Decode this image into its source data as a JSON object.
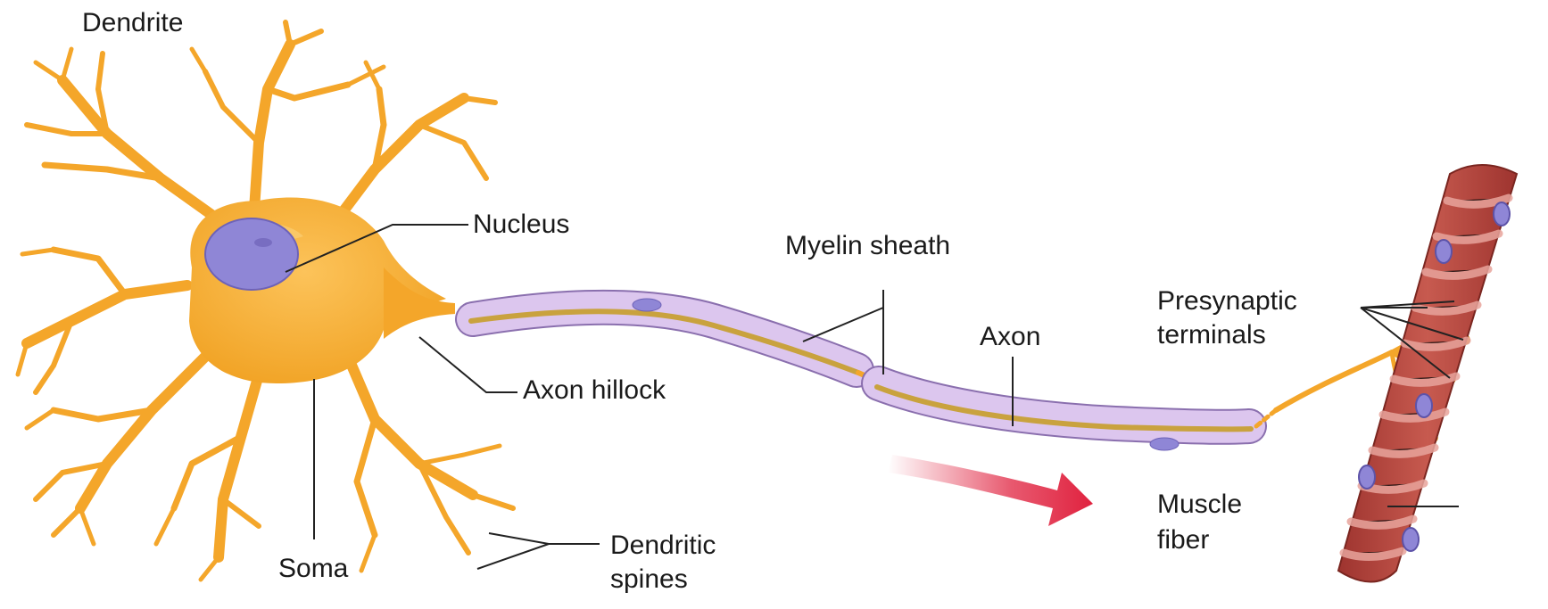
{
  "labels": {
    "dendrite": "Dendrite",
    "nucleus": "Nucleus",
    "axon_hillock": "Axon hillock",
    "soma": "Soma",
    "dendritic_spines_line1": "Dendritic",
    "dendritic_spines_line2": "spines",
    "myelin_sheath": "Myelin sheath",
    "axon": "Axon",
    "presynaptic_terminals_line1": "Presynaptic",
    "presynaptic_terminals_line2": "terminals",
    "muscle_fiber_line1": "Muscle",
    "muscle_fiber_line2": "fiber"
  },
  "colors": {
    "neuron_body": "#f4a62a",
    "neuron_highlight": "#fbc25a",
    "nucleus": "#8f86d6",
    "myelin": "#d9c2ea",
    "myelin_outline": "#8a6fae",
    "axon_core": "#c9a23e",
    "muscle": "#b9433c",
    "muscle_stripe": "#e39a92",
    "signal_arrow": "#e0223f",
    "leader_line": "#222222"
  }
}
